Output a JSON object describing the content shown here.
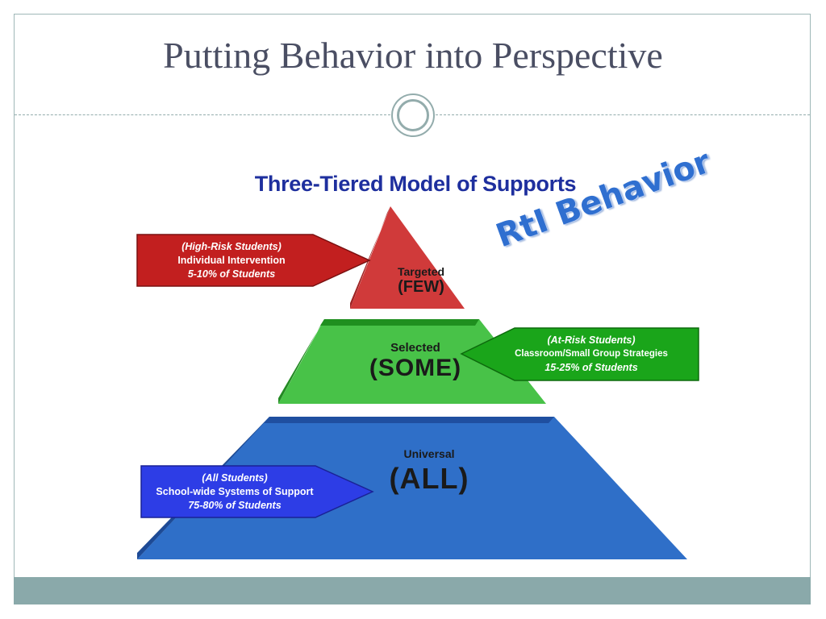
{
  "slide": {
    "title": "Putting Behavior into Perspective"
  },
  "diagram": {
    "title": "Three-Tiered Model of Supports",
    "badge": "RtI Behavior",
    "tiers": [
      {
        "name": "Targeted",
        "count": "(FEW)",
        "color": "#d03a3a"
      },
      {
        "name": "Selected",
        "count": "(SOME)",
        "color": "#3fbf3f"
      },
      {
        "name": "Universal",
        "count": "(ALL)",
        "color": "#2f6fc8"
      }
    ],
    "callouts": [
      {
        "line1": "(High-Risk Students)",
        "line2": "Individual Intervention",
        "line3": "5-10% of Students",
        "color": "#c21f1f"
      },
      {
        "line1": "(At-Risk Students)",
        "line2": "Classroom/Small Group Strategies",
        "line3": "15-25% of Students",
        "color": "#1aa51a"
      },
      {
        "line1": "(All Students)",
        "line2": "School-wide Systems of Support",
        "line3": "75-80% of Students",
        "color": "#2d3de6"
      }
    ]
  },
  "theme": {
    "title_color": "#4a4e63",
    "accent": "#8aa9aa"
  }
}
